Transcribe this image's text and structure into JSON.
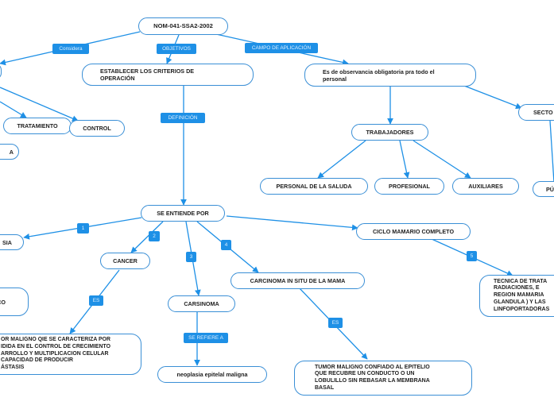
{
  "colors": {
    "edge": "#1e90e6",
    "node_border": "#3a8fd6",
    "label_bg": "#1e90e6",
    "label_text": "#dff0ff",
    "node_text": "#1e1e1e"
  },
  "nodes": {
    "root": "NOM-041-SSA2-2002",
    "establecer": "ESTABLECER LOS CRITERIOS DE\nOPERACIÓN",
    "observancia": "Es de observancia obligatoria pra todo el\npersonal",
    "sector": "SECTO",
    "tratamiento": "TRATAMIENTO",
    "control": "CONTROL",
    "partial_a": "A",
    "trabajadores": "TRABAJADORES",
    "personal_salud": "PERSONAL DE LA SALUDA",
    "profesional": "PROFESIONAL",
    "auxiliares": "AUXILIARES",
    "publico": "PÚ",
    "se_entiende": "SE ENTIENDE POR",
    "displasia": "SIA",
    "cancer": "CANCER",
    "carsinoma": "CARSINOMA",
    "carcinoma_situ": "CARCINOMA IN SITU DE LA MAMA",
    "ciclo": "CICLO MAMARIO COMPLETO",
    "partial_co": "CO",
    "tecnica": "TECNICA DE TRATA\nRADIACIONES, E\nREGION MAMARIA\nGLANDULA ) Y LAS\nLINFOPORTADORAS",
    "tumor_maligno": "OR MALIGNO QIE SE CARACTERIZA POR\nIDIDA EN EL CONTROL DE CRECIMIENTO\nARROLLO Y MULTIPLICACION CELULAR\nCAPACIDAD DE PRODUCIR\nÁSTASIS",
    "neoplasia": "neoplasia epitelal maligna",
    "tumor_confinado": "TUMOR MALIGNO CONFIADO AL EPITELIO\nQUE RECUBRE UN CONDUCTO O UN\nLOBULILLO SIN REBASAR LA MEMBRANA\nBASAL"
  },
  "labels": {
    "considera": "Considera",
    "objetivos": "OBJETIVOS",
    "campo": "CAMPO DE APLICACIÓN",
    "definicion": "DEFINICIÓN",
    "n1": "1",
    "n2": "2",
    "n3": "3",
    "n4": "4",
    "n5": "5",
    "es1": "ES",
    "es2": "ES",
    "refiere": "SE REFIERE A"
  }
}
